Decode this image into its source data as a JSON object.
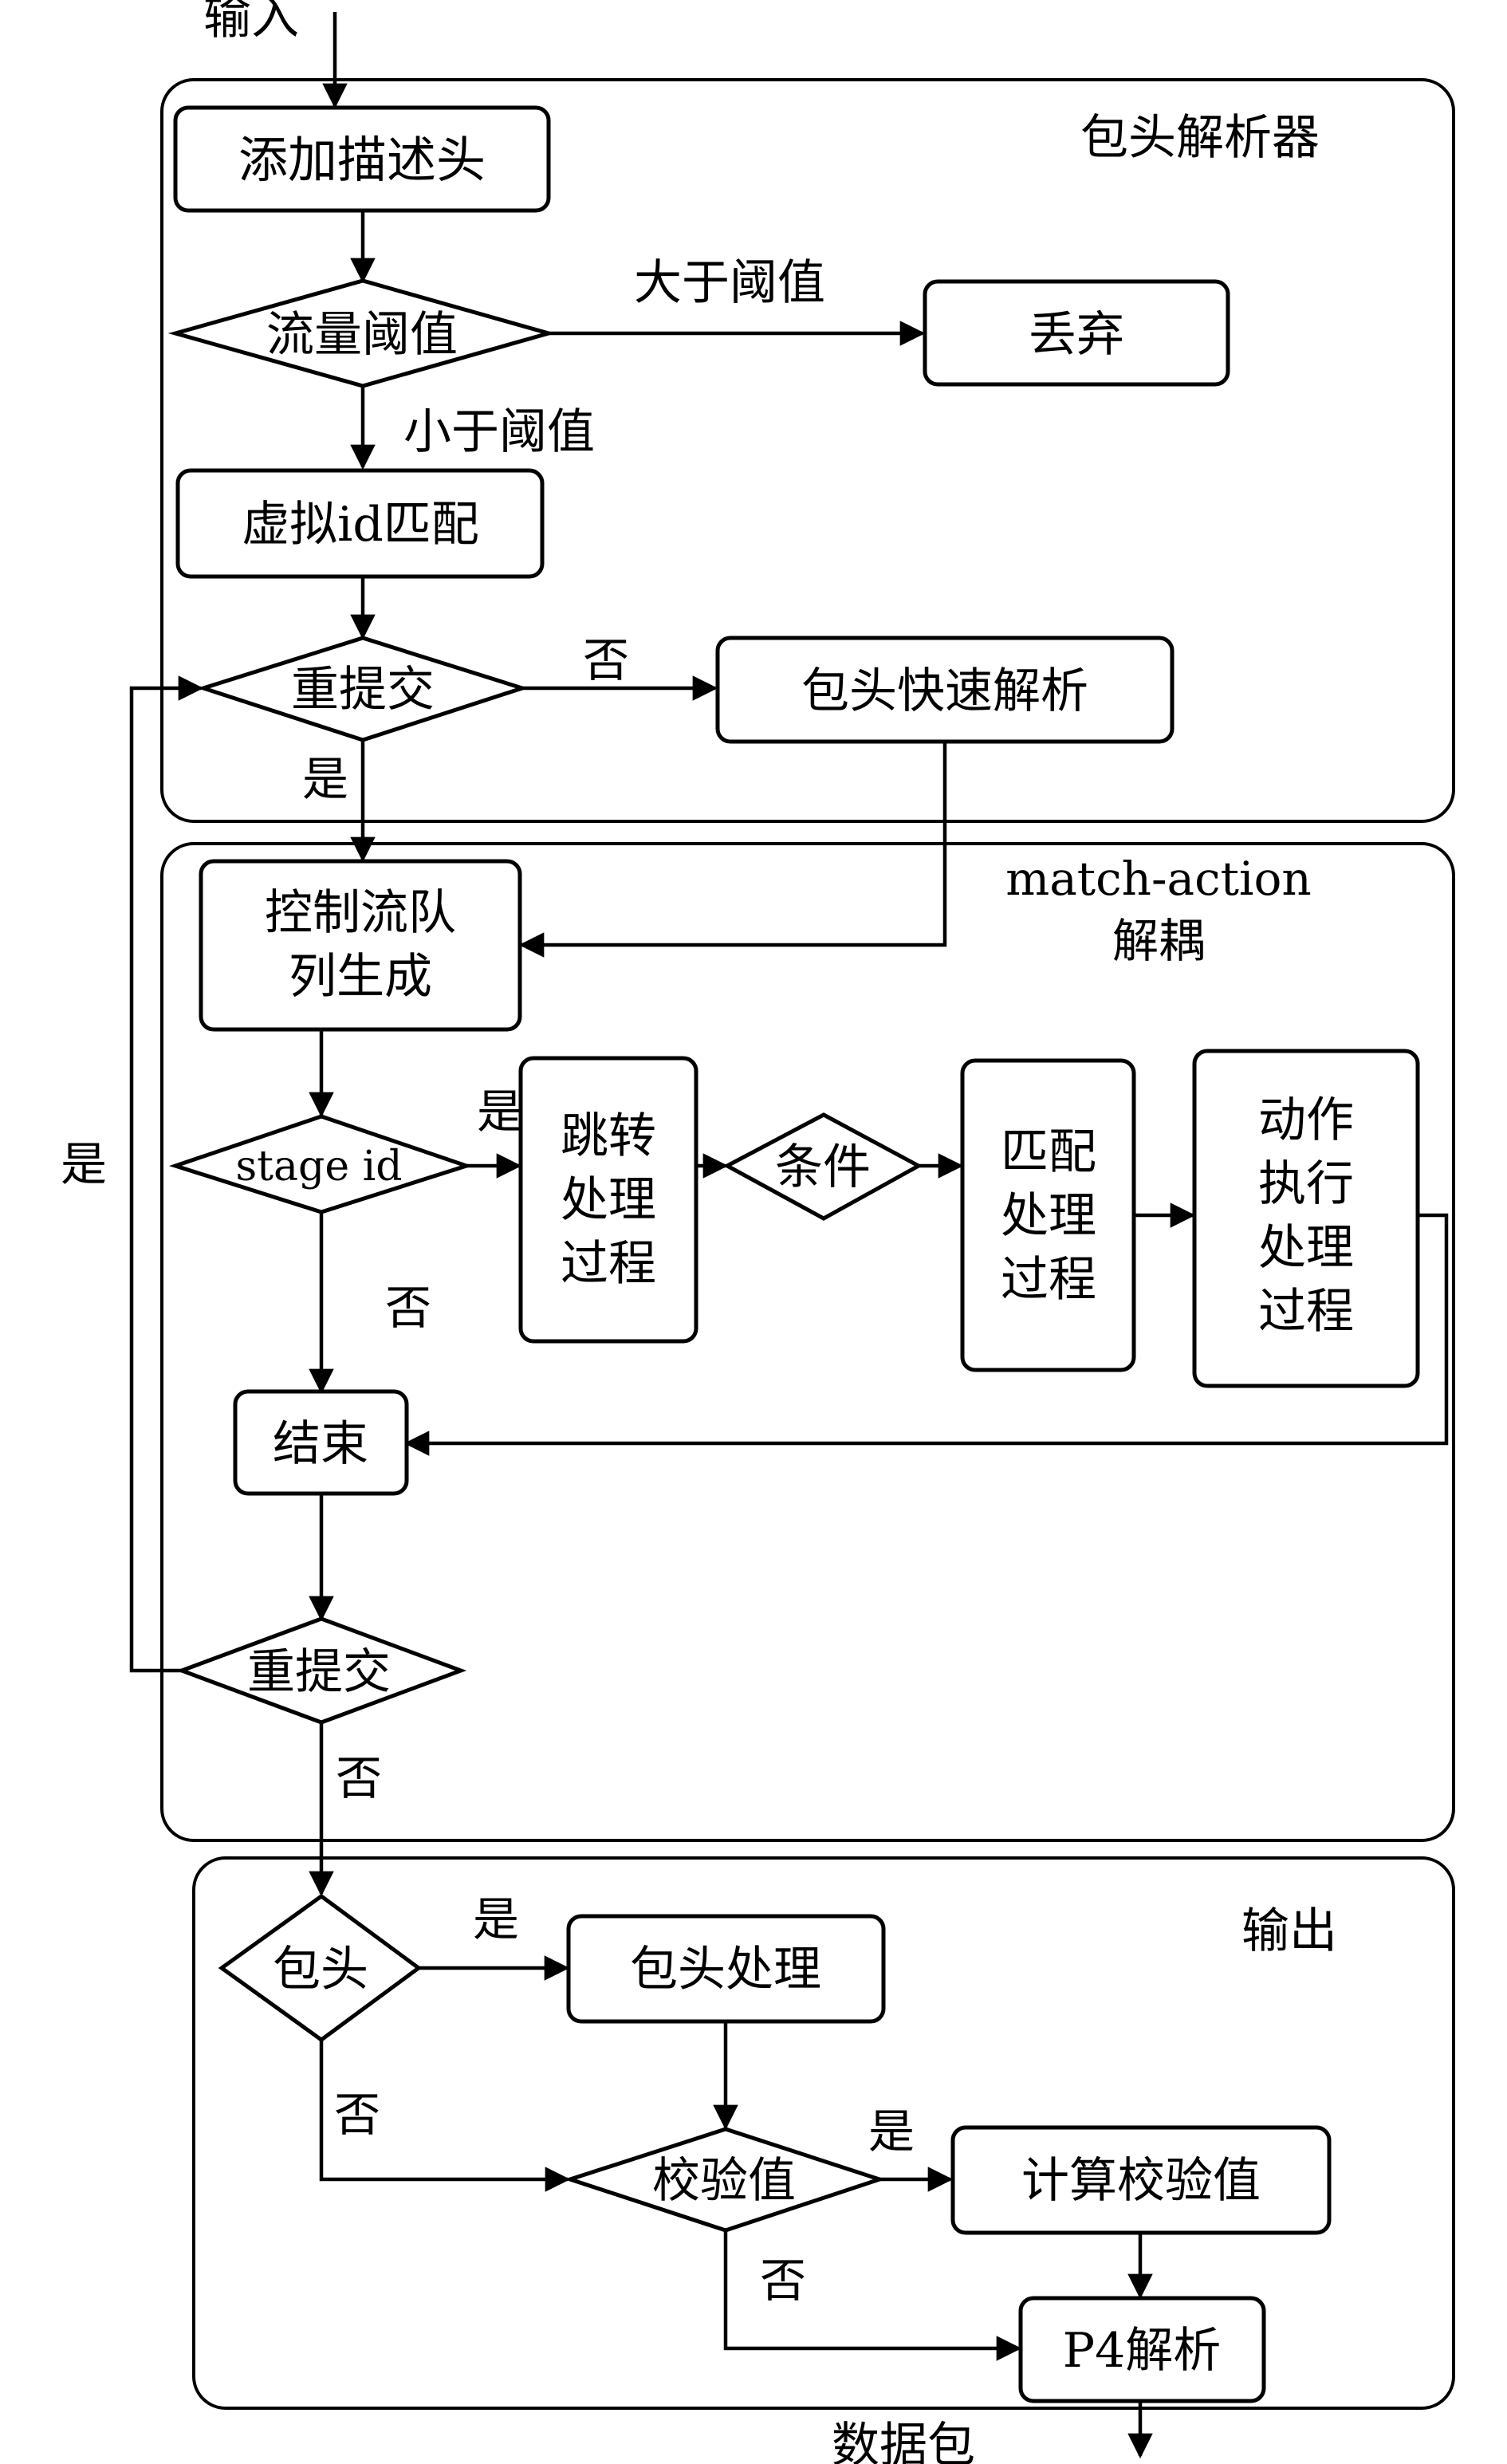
{
  "input_label": "输入",
  "output_label": "数据包",
  "sections": {
    "header_parser": "包头解析器",
    "match_action_line1": "match-action",
    "match_action_line2": "解耦",
    "output": "输出"
  },
  "nodes": {
    "add_descriptor": "添加描述头",
    "flow_threshold": "流量阈值",
    "discard": "丢弃",
    "virtual_id_match": "虚拟id匹配",
    "resubmit_top": "重提交",
    "fast_header_parse": "包头快速解析",
    "control_flow_line1": "控制流队",
    "control_flow_line2": "列生成",
    "stage_id": "stage id",
    "jump_line1": "跳转",
    "jump_line2": "处理",
    "jump_line3": "过程",
    "condition": "条件",
    "match_line1": "匹配",
    "match_line2": "处理",
    "match_line3": "过程",
    "action_line1": "动作",
    "action_line2": "执行",
    "action_line3": "处理",
    "action_line4": "过程",
    "end": "结束",
    "resubmit_bottom": "重提交",
    "header_decision": "包头",
    "header_process": "包头处理",
    "checksum": "校验值",
    "compute_checksum": "计算校验值",
    "p4_parse": "P4解析"
  },
  "edge_labels": {
    "above_threshold": "大于阈值",
    "below_threshold": "小于阈值",
    "no_resubmit_top": "否",
    "yes_resubmit_top": "是",
    "yes_stage": "是",
    "no_stage": "否",
    "yes_loop": "是",
    "no_resubmit_bottom": "否",
    "yes_header": "是",
    "no_header": "否",
    "yes_checksum": "是",
    "no_checksum": "否"
  }
}
